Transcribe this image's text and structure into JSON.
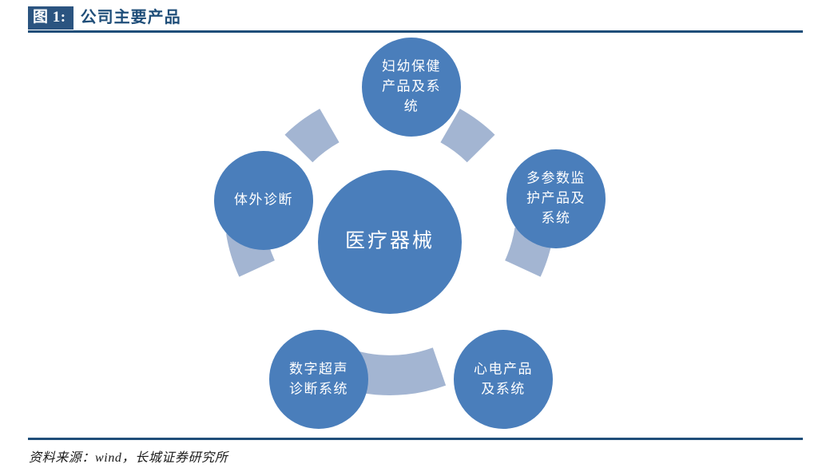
{
  "figure": {
    "number_label": "图 1:",
    "title": "公司主要产品",
    "source_note": "资料来源：wind，长城证券研究所"
  },
  "colors": {
    "circle_blue": "#4a7ebb",
    "arc_blue": "#a3b5d2",
    "rule_blue": "#1f4e79",
    "badge_blue": "#2b5480",
    "label_white": "#ffffff",
    "page_background": "#ffffff"
  },
  "chart_data": {
    "type": "diagram",
    "diagram_kind": "hub-and-spoke cycle",
    "title": "公司主要产品",
    "center": {
      "id": "center",
      "label": "医疗器械",
      "lines": [
        "医疗器械"
      ]
    },
    "nodes": [
      {
        "id": "node-top",
        "position": "top",
        "angle_deg": 90,
        "label": "妇幼保健产品及系统",
        "lines": [
          "妇幼保健",
          "产品及系",
          "统"
        ]
      },
      {
        "id": "node-right",
        "position": "upper-right",
        "angle_deg": 18,
        "label": "多参数监护产品及系统",
        "lines": [
          "多参数监",
          "护产品及",
          "系统"
        ]
      },
      {
        "id": "node-bottom-right",
        "position": "lower-right",
        "angle_deg": -54,
        "label": "心电产品及系统",
        "lines": [
          "心电产品",
          "及系统"
        ]
      },
      {
        "id": "node-bottom-left",
        "position": "lower-left",
        "angle_deg": -126,
        "label": "数字超声诊断系统",
        "lines": [
          "数字超声",
          "诊断系统"
        ]
      },
      {
        "id": "node-left",
        "position": "upper-left",
        "angle_deg": 162,
        "label": "体外诊断",
        "lines": [
          "体外诊断"
        ]
      }
    ],
    "connectors": [
      {
        "id": "arc-top-to-right",
        "from": "node-top",
        "to": "node-right"
      },
      {
        "id": "arc-right-to-bottom-right",
        "from": "node-right",
        "to": "node-bottom-right"
      },
      {
        "id": "arc-bottom-right-to-bottom-left",
        "from": "node-bottom-right",
        "to": "node-bottom-left"
      },
      {
        "id": "arc-bottom-left-to-left",
        "from": "node-bottom-left",
        "to": "node-left"
      },
      {
        "id": "arc-left-to-top",
        "from": "node-left",
        "to": "node-top"
      }
    ],
    "legend": [],
    "annotations": []
  }
}
